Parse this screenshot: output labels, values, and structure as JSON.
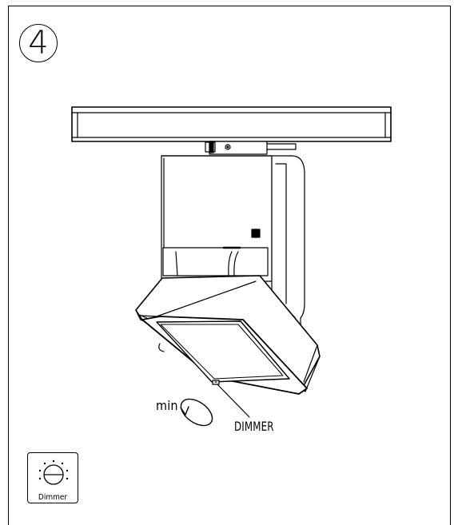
{
  "step": {
    "number": "4"
  },
  "labels": {
    "min": "min",
    "dimmer": "DIMMER"
  },
  "icon_box": {
    "label": "Dimmer",
    "icon": "dimmer-knob-icon"
  },
  "colors": {
    "line": "#000000",
    "background": "#ffffff"
  }
}
